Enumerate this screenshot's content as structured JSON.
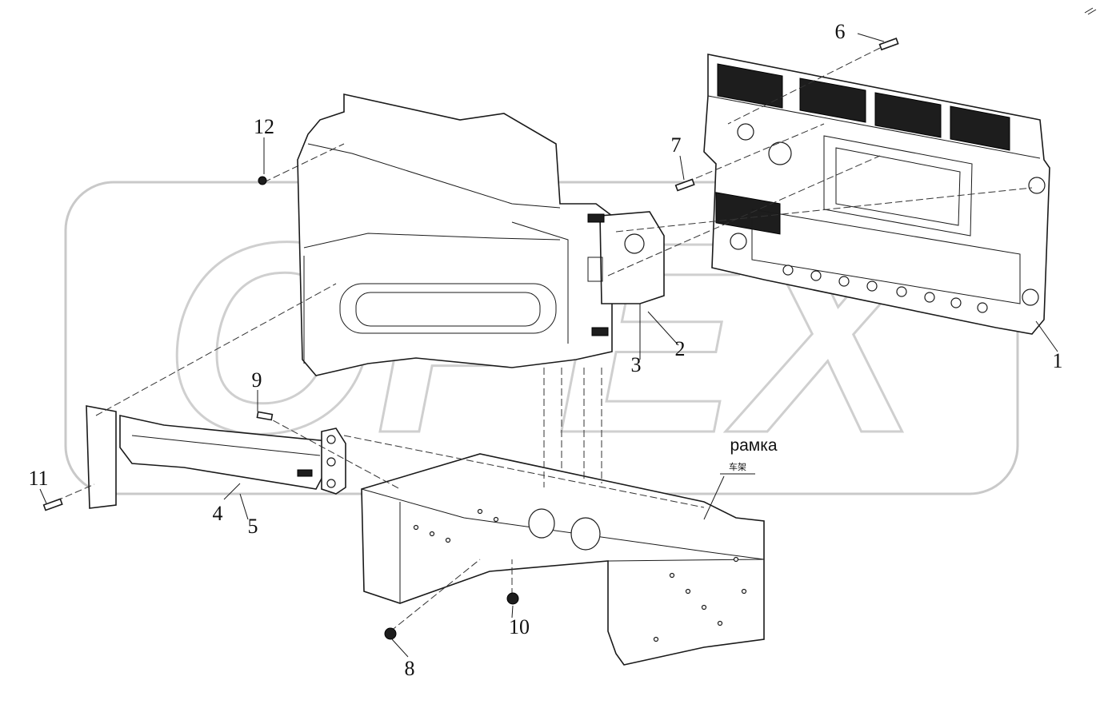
{
  "callouts": {
    "c1": "1",
    "c2": "2",
    "c3": "3",
    "c4": "4",
    "c5": "5",
    "c6": "6",
    "c7": "7",
    "c8": "8",
    "c9": "9",
    "c10": "10",
    "c11": "11",
    "c12": "12"
  },
  "labels": {
    "frame_ru": "рамка",
    "frame_cn": "车架"
  },
  "watermark": {
    "text": "OPEX",
    "color": "#c9c9c9"
  }
}
